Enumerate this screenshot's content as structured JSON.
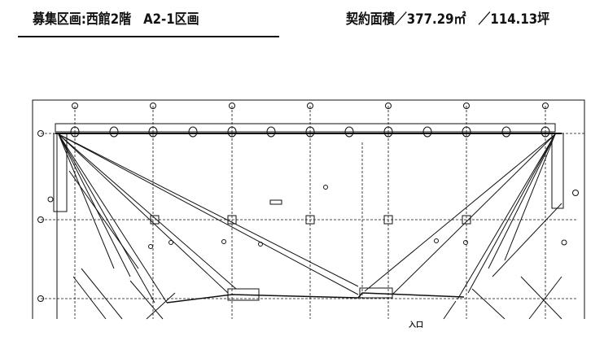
{
  "header": {
    "section_title": "募集区画:西館2階　A2-1区画",
    "contract_area": "契約面積／377.29㎡　／114.13坪"
  },
  "floor_plan": {
    "entrance_label": "入口",
    "line_color": "#111111"
  }
}
